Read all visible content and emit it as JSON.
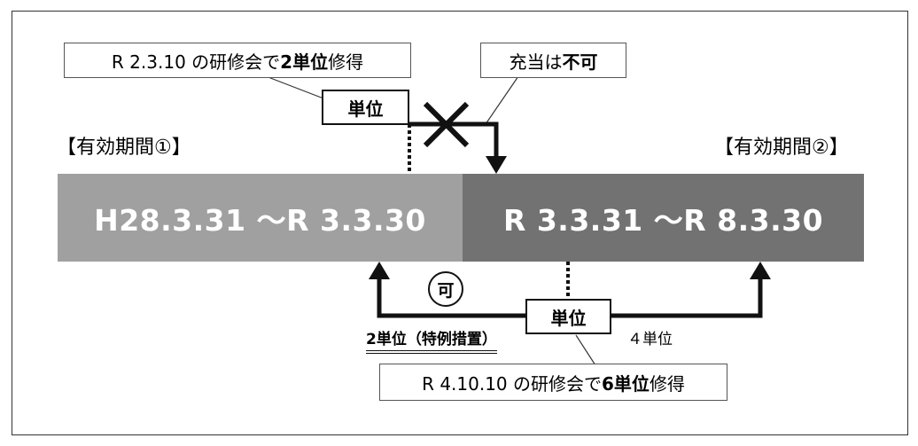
{
  "top_note_left": {
    "pre": "R 2.3.10 の研修会で",
    "bold": "2単位",
    "post": "修得"
  },
  "top_note_right": {
    "pre": "充当は",
    "bold": "不可"
  },
  "unit_box_top": "単位",
  "period1": {
    "label": "【有効期間①】",
    "range": "H28.3.31 ～R 3.3.30",
    "color": "#a0a0a0"
  },
  "period2": {
    "label": "【有効期間②】",
    "range": "R 3.3.31 ～R 8.3.30",
    "color": "#727272"
  },
  "ka_mark": "可",
  "unit_box_bottom": "単位",
  "left_branch_label": "2単位（特例措置）",
  "right_branch_label": "４単位",
  "bottom_note": {
    "pre": "R 4.10.10 の研修会で",
    "bold": "6単位",
    "post": "修得"
  },
  "cross_mark": "cross-icon"
}
